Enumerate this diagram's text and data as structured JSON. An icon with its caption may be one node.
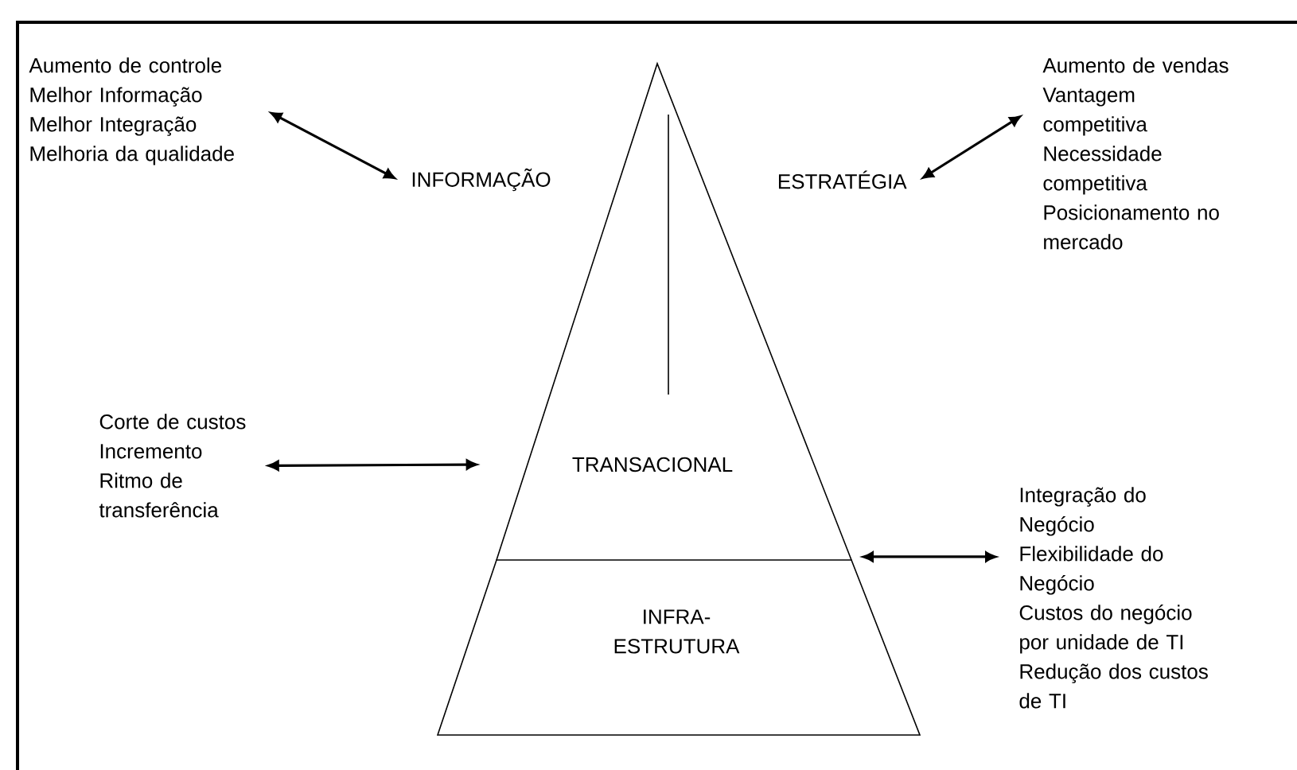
{
  "diagram": {
    "nodes": [
      {
        "text": [
          "Aumento de controle",
          "Melhor Informação",
          "Melhor Integração",
          "Melhoria da qualidade"
        ]
      },
      {
        "text": [
          "INFORMAÇÃO"
        ]
      },
      {
        "text": [
          "ESTRATÉGIA"
        ]
      },
      {
        "text": [
          "Aumento de vendas",
          "Vantagem competitiva",
          "Necessidade competitiva",
          "Posicionamento no mercado"
        ]
      },
      {
        "text": [
          "Corte de custos",
          "Incremento",
          "Ritmo de transferência"
        ]
      },
      {
        "text": [
          "TRANSACIONAL"
        ]
      },
      {
        "text": [
          "Integração do Negócio",
          "Flexibilidade do Negócio",
          "Custos do negócio por unidade de TI",
          "Redução dos custos de TI"
        ]
      },
      {
        "text": [
          "INFRA- ESTRUTURA"
        ]
      }
    ],
    "edges": [
      {
        "from": 0,
        "to": 1,
        "arrow": "both"
      },
      {
        "from": 2,
        "to": 3,
        "arrow": "both"
      },
      {
        "from": 4,
        "to": 5,
        "arrow": "both"
      },
      {
        "from": 7,
        "to": 6,
        "arrow": "both"
      }
    ]
  }
}
